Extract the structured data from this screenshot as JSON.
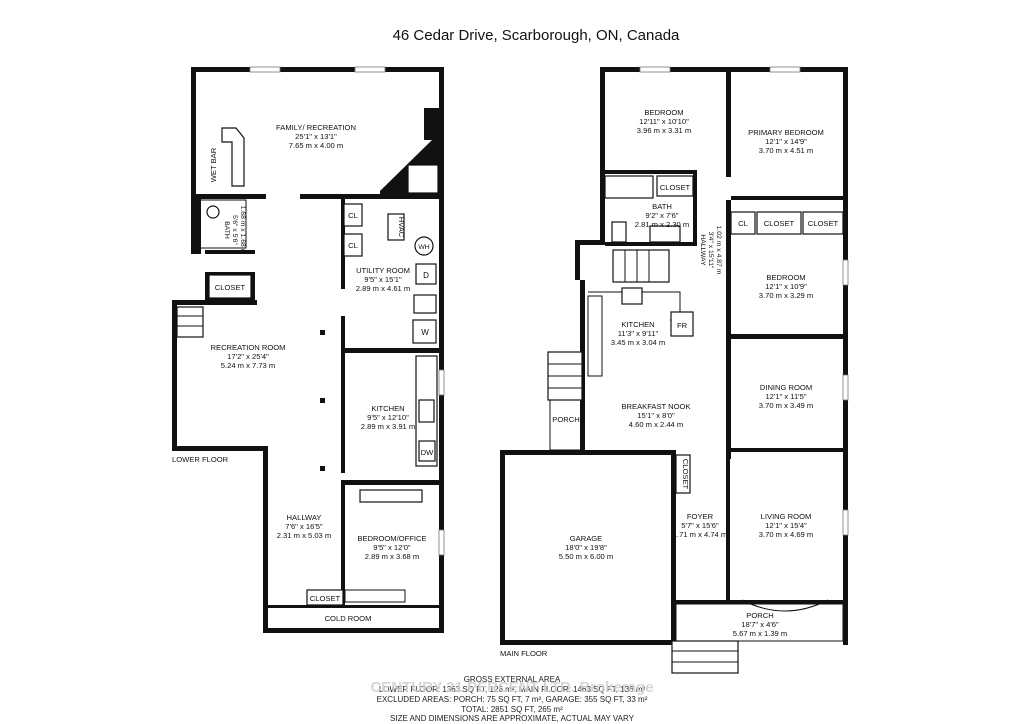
{
  "title": "46 Cedar Drive, Scarborough, ON, Canada",
  "floors": [
    {
      "label": "LOWER FLOOR",
      "rooms": [
        {
          "name": "FAMILY/ RECREATION",
          "dims": [
            "25'1\" x 13'1\"",
            "7.65 m x 4.00 m"
          ]
        },
        {
          "name": "WET BAR",
          "dims": []
        },
        {
          "name": "BATH",
          "dims": [
            "5'6\" x 5'6\"",
            "1.68 m x 1.68 m"
          ]
        },
        {
          "name": "CLOSET",
          "dims": []
        },
        {
          "name": "CL",
          "dims": []
        },
        {
          "name": "CL",
          "dims": []
        },
        {
          "name": "HVAC",
          "dims": []
        },
        {
          "name": "WH",
          "dims": []
        },
        {
          "name": "UTILITY ROOM",
          "dims": [
            "9'5\" x 15'1\"",
            "2.89 m x 4.61 m"
          ]
        },
        {
          "name": "D",
          "dims": []
        },
        {
          "name": "W",
          "dims": []
        },
        {
          "name": "RECREATION ROOM",
          "dims": [
            "17'2\" x 25'4\"",
            "5.24 m x 7.73 m"
          ]
        },
        {
          "name": "KITCHEN",
          "dims": [
            "9'5\" x 12'10\"",
            "2.89 m x 3.91 m"
          ]
        },
        {
          "name": "DW",
          "dims": []
        },
        {
          "name": "HALLWAY",
          "dims": [
            "7'6\" x 16'5\"",
            "2.31 m x 5.03 m"
          ]
        },
        {
          "name": "BEDROOM/OFFICE",
          "dims": [
            "9'5\" x 12'0\"",
            "2.89 m x 3.68 m"
          ]
        },
        {
          "name": "CLOSET",
          "dims": []
        },
        {
          "name": "COLD ROOM",
          "dims": []
        }
      ]
    },
    {
      "label": "MAIN FLOOR",
      "rooms": [
        {
          "name": "BEDROOM",
          "dims": [
            "12'11\" x 10'10\"",
            "3.96 m x 3.31 m"
          ]
        },
        {
          "name": "PRIMARY BEDROOM",
          "dims": [
            "12'1\" x 14'9\"",
            "3.70 m x 4.51 m"
          ]
        },
        {
          "name": "CLOSET",
          "dims": []
        },
        {
          "name": "BATH",
          "dims": [
            "9'2\" x 7'6\"",
            "2.81 m x 2.30 m"
          ]
        },
        {
          "name": "HALLWAY",
          "dims": [
            "3'4\" x 15'11\"",
            "1.02 m x 4.87 m"
          ]
        },
        {
          "name": "CL",
          "dims": []
        },
        {
          "name": "CLOSET",
          "dims": []
        },
        {
          "name": "CLOSET",
          "dims": []
        },
        {
          "name": "BEDROOM",
          "dims": [
            "12'1\" x 10'9\"",
            "3.70 m x 3.29 m"
          ]
        },
        {
          "name": "KITCHEN",
          "dims": [
            "11'3\" x 9'11\"",
            "3.45 m x 3.04 m"
          ]
        },
        {
          "name": "FR",
          "dims": []
        },
        {
          "name": "DINING ROOM",
          "dims": [
            "12'1\" x 11'5\"",
            "3.70 m x 3.49 m"
          ]
        },
        {
          "name": "BREAKFAST NOOK",
          "dims": [
            "15'1\" x 8'0\"",
            "4.60 m x 2.44 m"
          ]
        },
        {
          "name": "PORCH",
          "dims": []
        },
        {
          "name": "CLOSET",
          "dims": []
        },
        {
          "name": "GARAGE",
          "dims": [
            "18'0\" x 19'8\"",
            "5.50 m x 6.00 m"
          ]
        },
        {
          "name": "FOYER",
          "dims": [
            "5'7\" x 15'6\"",
            "1.71 m x 4.74 m"
          ]
        },
        {
          "name": "LIVING ROOM",
          "dims": [
            "12'1\" x 15'4\"",
            "3.70 m x 4.69 m"
          ]
        },
        {
          "name": "PORCH",
          "dims": [
            "18'7\" x 4'6\"",
            "5.67 m x 1.39 m"
          ]
        }
      ]
    }
  ],
  "footer": [
    "GROSS EXTERNAL AREA",
    "LOWER FLOOR: 1363 SQ FT, 126 m², MAIN FLOOR: 1463 SQ FT, 136 m²",
    "EXCLUDED AREAS: PORCH: 75 SQ FT, 7 m², GARAGE: 355 SQ FT, 33 m²",
    "TOTAL: 2851 SQ FT, 265 m²",
    "SIZE AND DIMENSIONS ARE APPROXIMATE, ACTUAL MAY VARY"
  ],
  "watermark": "CENTURY 21 PERCENT LTD. Brokerage"
}
